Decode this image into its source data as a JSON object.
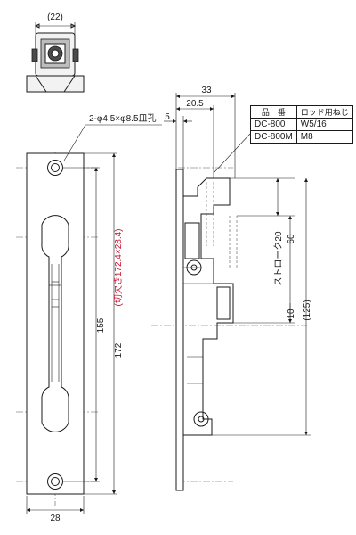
{
  "top_view": {
    "width_dim": "(22)"
  },
  "front_view": {
    "hole_spec": "2-φ4.5×φ8.5皿孔",
    "dim_width": "28",
    "dim_hole_pitch": "155",
    "dim_length": "172",
    "cutout_note": "(切欠き172.4×28.4)"
  },
  "side_view": {
    "dim_depth_total": "33",
    "dim_depth_mid": "20.5",
    "dim_plate": "5",
    "dim_stroke": "ストローク20",
    "dim_60": "60",
    "dim_10": "10",
    "dim_125": "(125)"
  },
  "spec_table": {
    "headers": [
      "品　番",
      "ロッド用ねじ"
    ],
    "rows": [
      {
        "model": "DC-800",
        "thread": "W5/16"
      },
      {
        "model": "DC-800M",
        "thread": "M8"
      }
    ]
  }
}
